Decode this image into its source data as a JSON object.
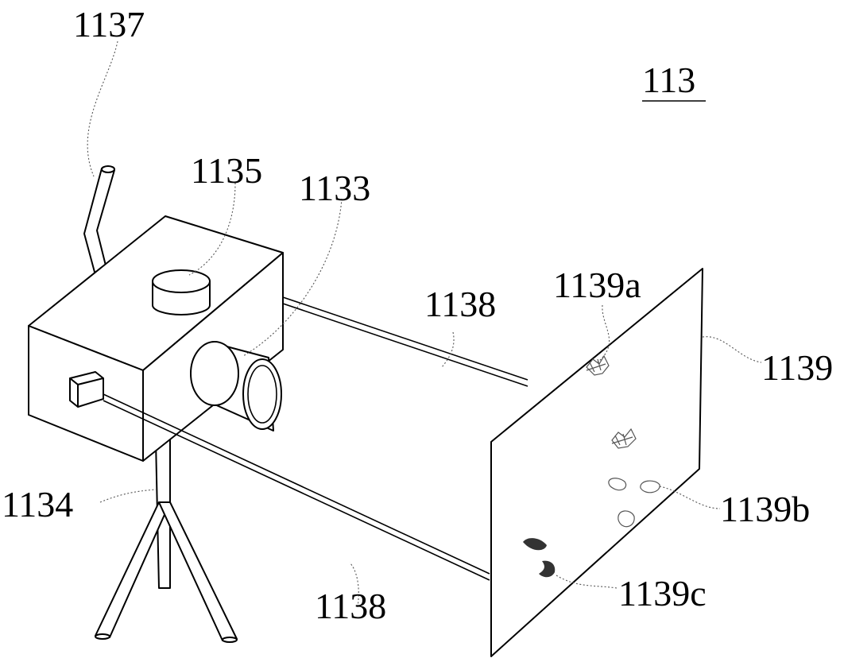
{
  "figure": {
    "label": "113",
    "parts": {
      "handle": "1137",
      "light": "1135",
      "lens": "1133",
      "rod_upper": "1138",
      "rod_lower": "1138",
      "sample_a": "1139a",
      "board": "1139",
      "stand": "1134",
      "sample_b": "1139b",
      "sample_c": "1139c"
    }
  }
}
